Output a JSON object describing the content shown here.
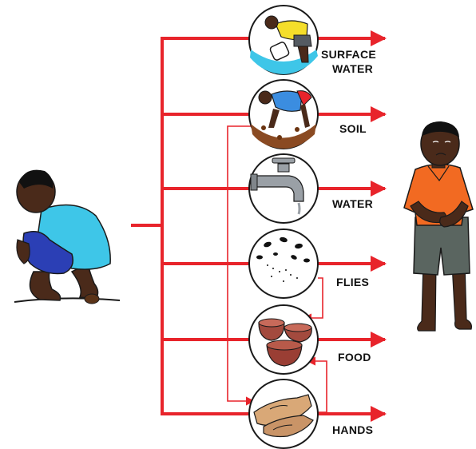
{
  "diagram": {
    "colors": {
      "arrow": "#e8242b",
      "outline": "#1a1a1a"
    },
    "paths": [
      {
        "id": "surface-water",
        "lines": [
          "SURFACE",
          "WATER"
        ],
        "icon": "person-pouring-water-icon"
      },
      {
        "id": "soil",
        "lines": [
          "SOIL"
        ],
        "icon": "person-digging-soil-icon"
      },
      {
        "id": "water",
        "lines": [
          "WATER"
        ],
        "icon": "water-tap-icon"
      },
      {
        "id": "flies",
        "lines": [
          "FLIES"
        ],
        "icon": "flies-icon"
      },
      {
        "id": "food",
        "lines": [
          "FOOD"
        ],
        "icon": "food-bowls-icon"
      },
      {
        "id": "hands",
        "lines": [
          "HANDS"
        ],
        "icon": "hands-icon"
      }
    ],
    "source_figure": "squatting-child-defecating-icon",
    "target_figure": "sick-child-icon"
  }
}
